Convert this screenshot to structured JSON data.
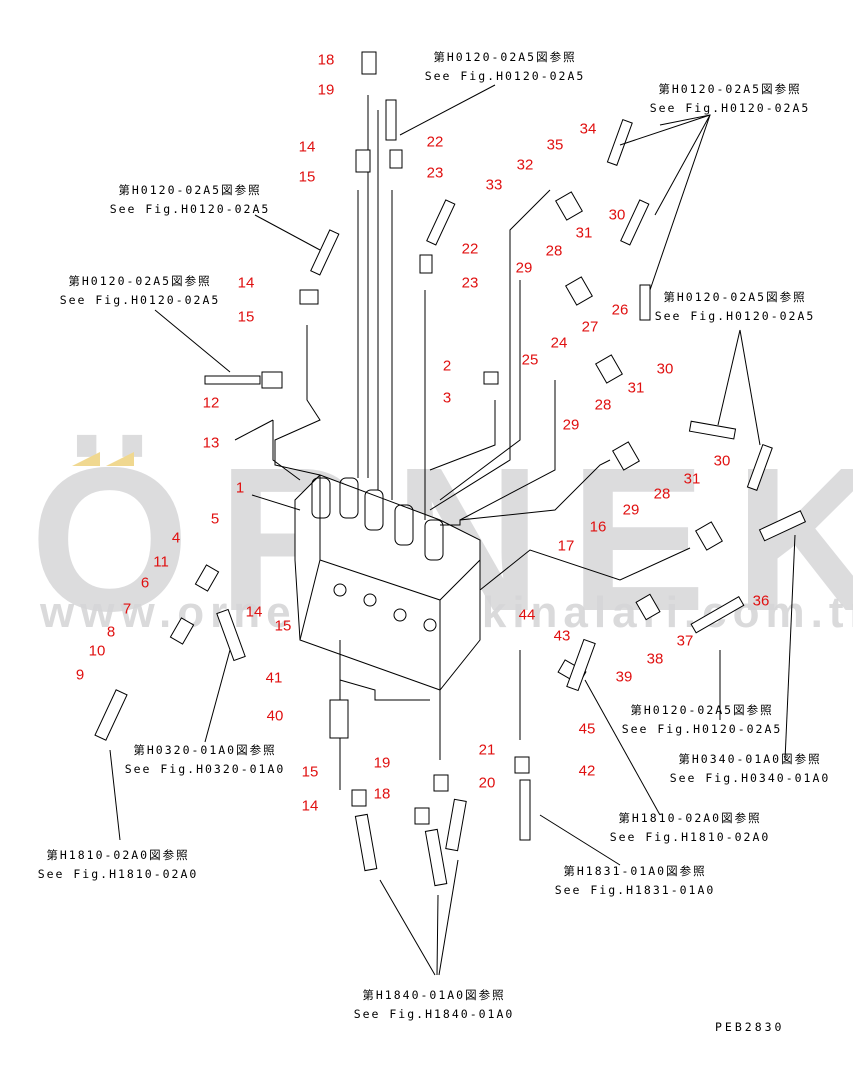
{
  "watermark": {
    "brand": "ÖRNEK",
    "url": "www.ornekiskmakinalari.com.tr",
    "accent": "#f0d890"
  },
  "callouts": [
    "18",
    "19",
    "14",
    "15",
    "22",
    "23",
    "22",
    "23",
    "14",
    "15",
    "12",
    "13",
    "2",
    "3",
    "1",
    "5",
    "4",
    "11",
    "6",
    "7",
    "8",
    "10",
    "9",
    "14",
    "15",
    "41",
    "40",
    "15",
    "14",
    "19",
    "18",
    "21",
    "20",
    "44",
    "43",
    "45",
    "42",
    "16",
    "17",
    "39",
    "38",
    "37",
    "36",
    "29",
    "28",
    "31",
    "30",
    "30",
    "31",
    "28",
    "29",
    "27",
    "26",
    "24",
    "25",
    "29",
    "28",
    "31",
    "30",
    "33",
    "32",
    "35",
    "34"
  ],
  "references": [
    {
      "jp": "第H0120-02A5図参照",
      "en": "See Fig.H0120-02A5"
    },
    {
      "jp": "第H0120-02A5図参照",
      "en": "See Fig.H0120-02A5"
    },
    {
      "jp": "第H0120-02A5図参照",
      "en": "See Fig.H0120-02A5"
    },
    {
      "jp": "第H0120-02A5図参照",
      "en": "See Fig.H0120-02A5"
    },
    {
      "jp": "第H0120-02A5図参照",
      "en": "See Fig.H0120-02A5"
    },
    {
      "jp": "第H0120-02A5図参照",
      "en": "See Fig.H0120-02A5"
    },
    {
      "jp": "第H0340-01A0図参照",
      "en": "See Fig.H0340-01A0"
    },
    {
      "jp": "第H1810-02A0図参照",
      "en": "See Fig.H1810-02A0"
    },
    {
      "jp": "第H1831-01A0図参照",
      "en": "See Fig.H1831-01A0"
    },
    {
      "jp": "第H1810-02A0図参照",
      "en": "See Fig.H1810-02A0"
    },
    {
      "jp": "第H0320-01A0図参照",
      "en": "See Fig.H0320-01A0"
    },
    {
      "jp": "第H1840-01A0図参照",
      "en": "See Fig.H1840-01A0"
    }
  ],
  "drawing_code": "PEB2830"
}
